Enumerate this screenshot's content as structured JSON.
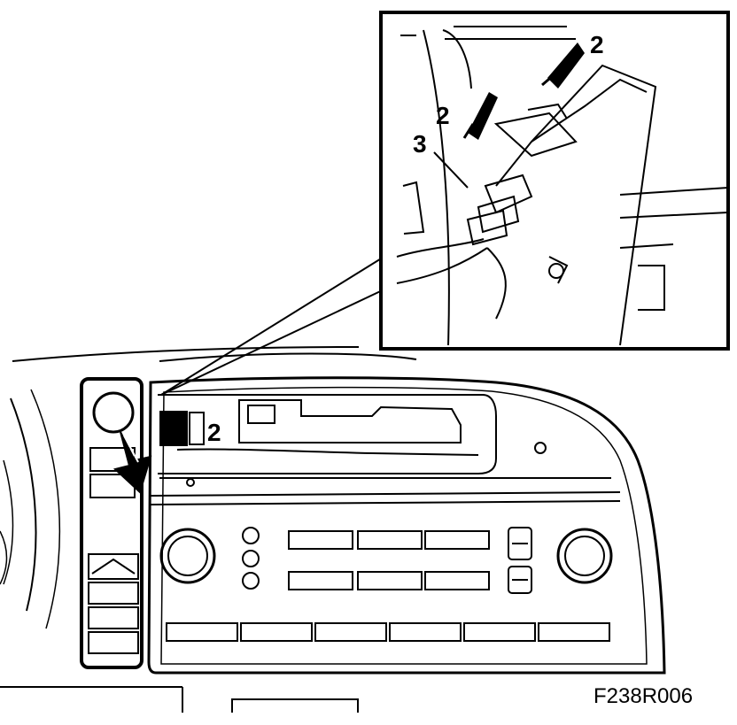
{
  "figure": {
    "id_label": "F238R006",
    "callouts": {
      "inset_upper_right": "2",
      "inset_upper_left": "2",
      "inset_connector": "3",
      "main_panel": "2"
    }
  },
  "colors": {
    "ink": "#000000",
    "paper": "#ffffff"
  }
}
